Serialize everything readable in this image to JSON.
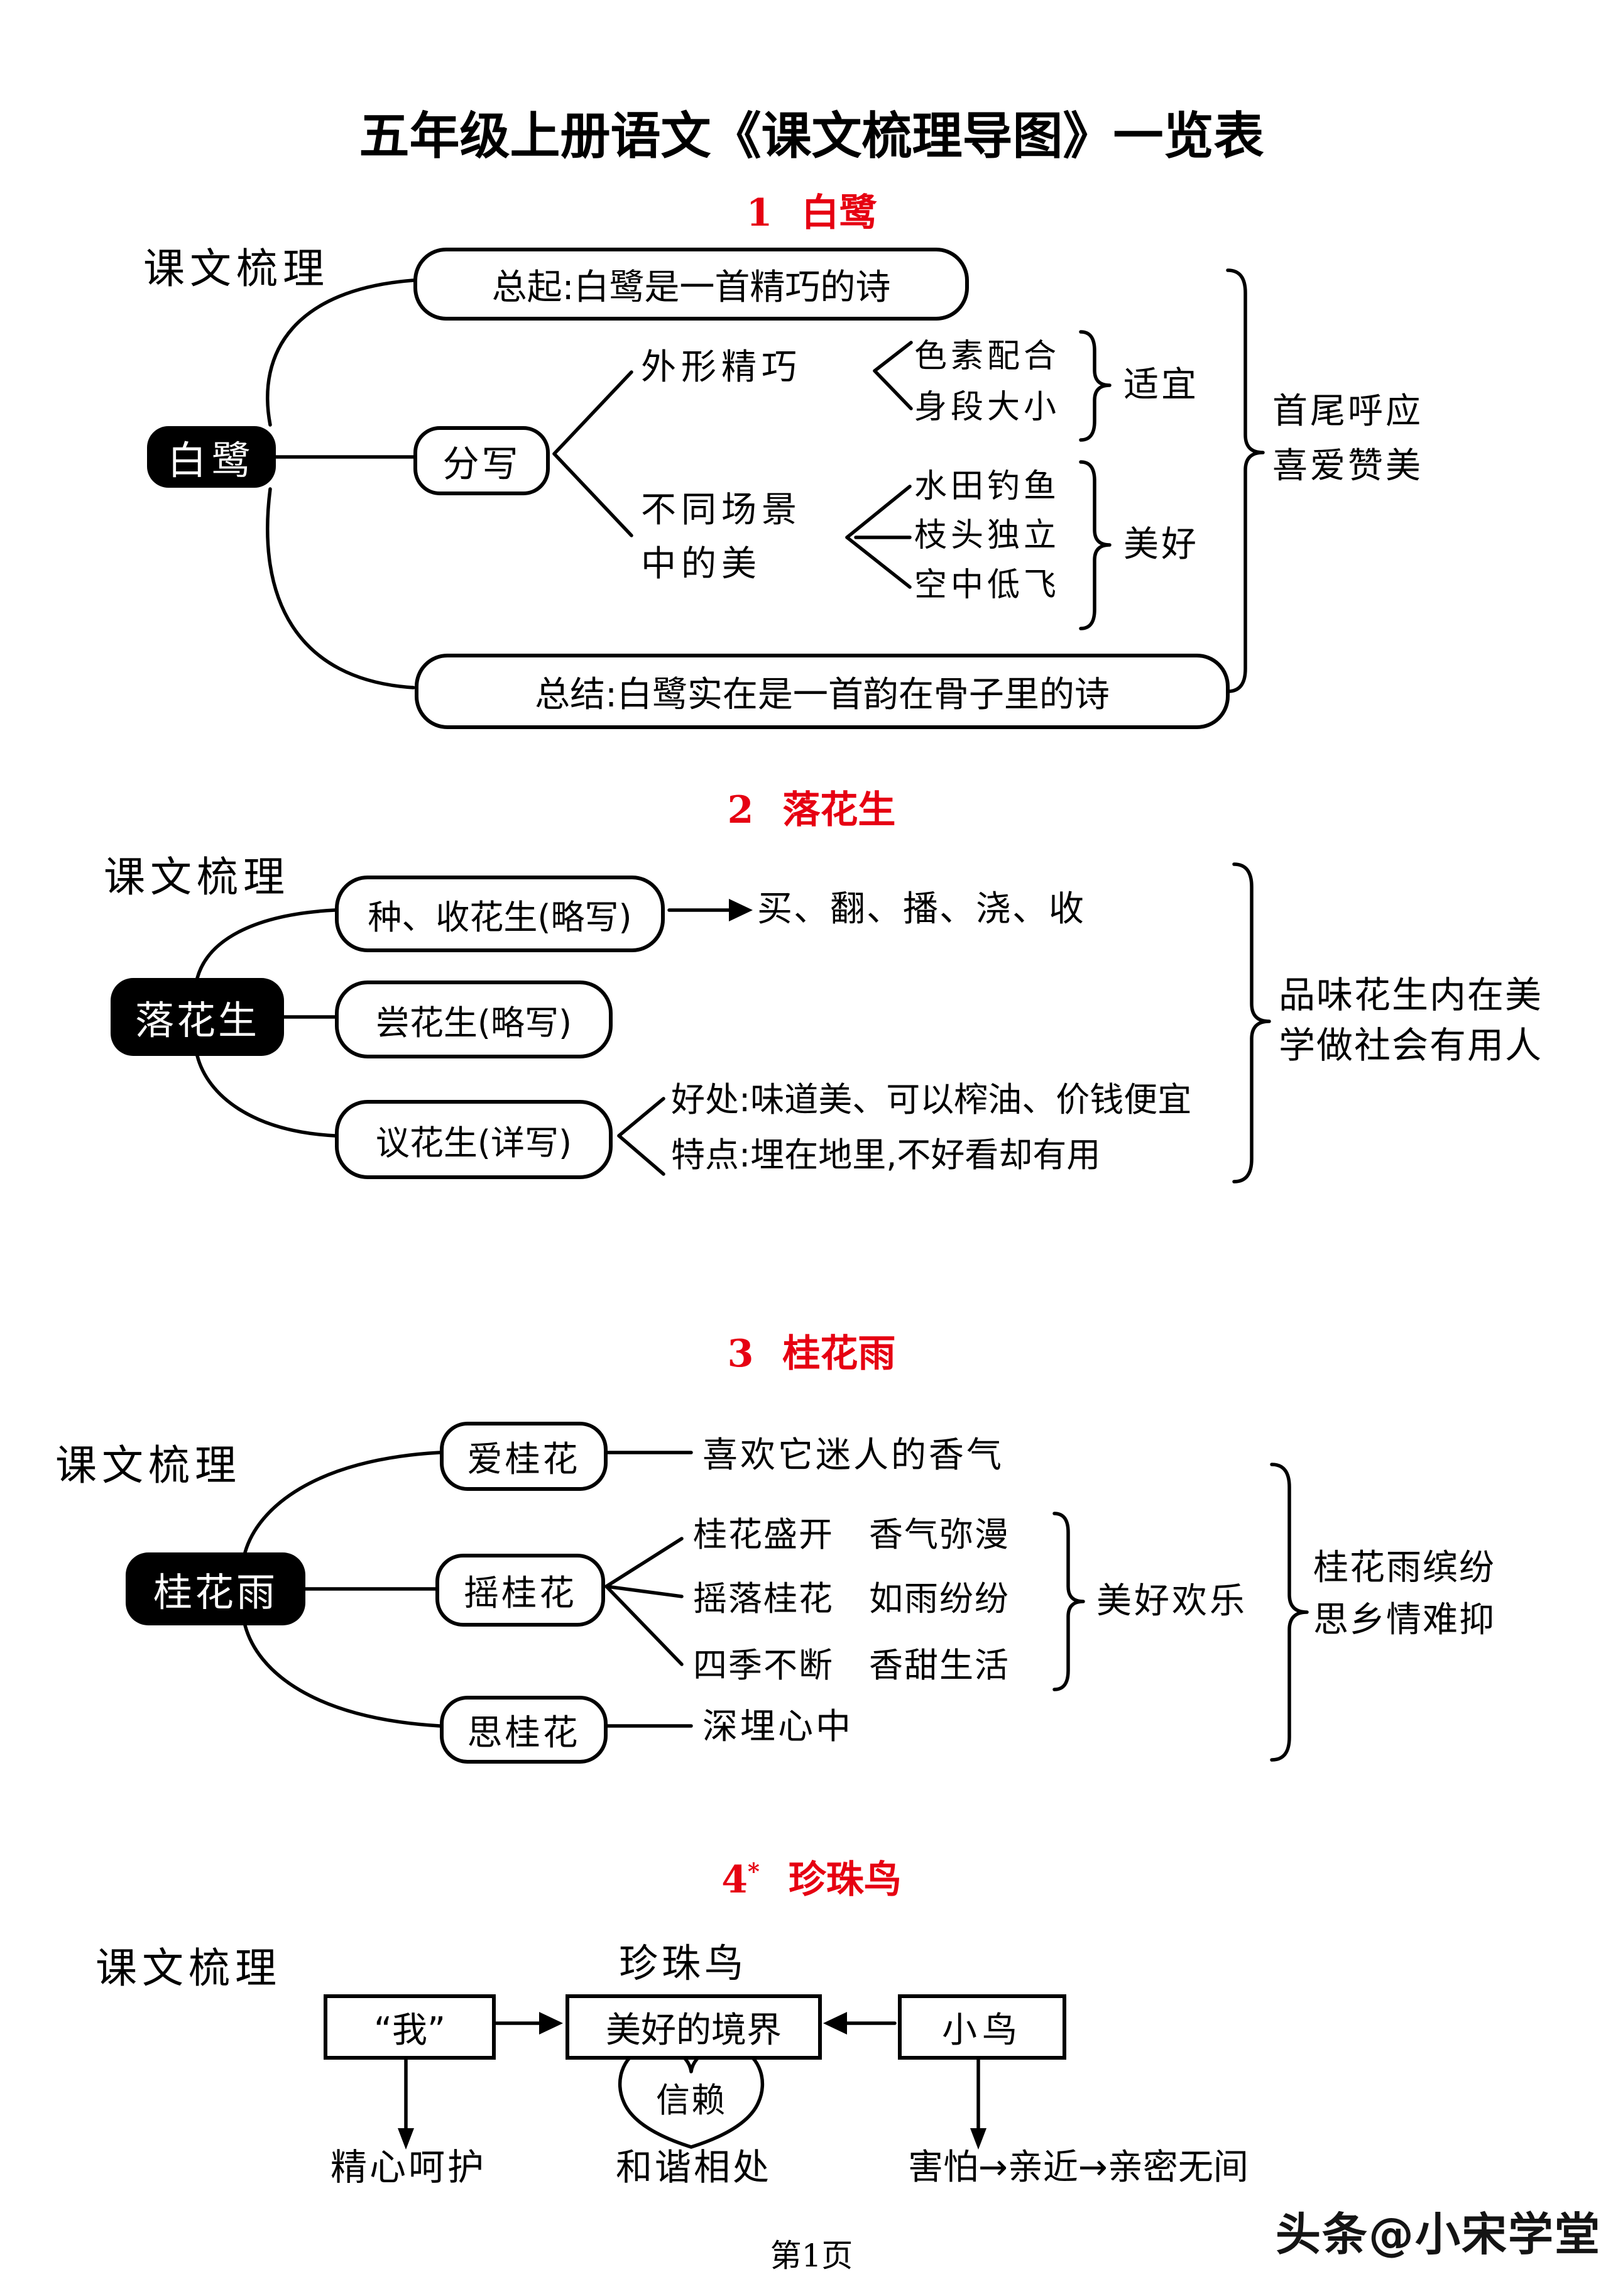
{
  "page": {
    "title": "五年级上册语文《课文梳理导图》一览表",
    "footer": "第1页",
    "watermark": "头条@小宋学堂",
    "accent_red": "#e60012"
  },
  "sections": [
    {
      "num": "1",
      "star": "",
      "title": "白鹭",
      "map_label": "课文梳理",
      "root": "白鹭",
      "total_box": "总起:白鹭是一首精巧的诗",
      "fen_box": "分写",
      "branch1": "外形精巧",
      "branch1_items": [
        "色素配合",
        "身段大小"
      ],
      "branch1_result": "适宜",
      "branch2_line1": "不同场景",
      "branch2_line2": "中的美",
      "branch2_items": [
        "水田钓鱼",
        "枝头独立",
        "空中低飞"
      ],
      "branch2_result": "美好",
      "summary_box": "总结:白鹭实在是一首韵在骨子里的诗",
      "summary": [
        "首尾呼应",
        "喜爱赞美"
      ]
    },
    {
      "num": "2",
      "star": "",
      "title": "落花生",
      "map_label": "课文梳理",
      "root": "落花生",
      "branch1": "种、收花生(略写)",
      "branch1_detail": "买、翻、播、浇、收",
      "branch2": "尝花生(略写)",
      "branch3": "议花生(详写)",
      "branch3_items": [
        "好处:味道美、可以榨油、价钱便宜",
        "特点:埋在地里,不好看却有用"
      ],
      "summary": [
        "品味花生内在美",
        "学做社会有用人"
      ]
    },
    {
      "num": "3",
      "star": "",
      "title": "桂花雨",
      "map_label": "课文梳理",
      "root": "桂花雨",
      "branch1": "爱桂花",
      "branch1_detail": "喜欢它迷人的香气",
      "branch2": "摇桂花",
      "branch2_items": [
        "桂花盛开　香气弥漫",
        "摇落桂花　如雨纷纷",
        "四季不断　香甜生活"
      ],
      "branch2_result": "美好欢乐",
      "branch3": "思桂花",
      "branch3_detail": "深埋心中",
      "summary": [
        "桂花雨缤纷",
        "思乡情难抑"
      ]
    },
    {
      "num": "4",
      "star": "*",
      "title": "珍珠鸟",
      "map_label": "课文梳理",
      "diagram_title": "珍珠鸟",
      "box_me": "“我”",
      "box_realm": "美好的境界",
      "box_bird": "小鸟",
      "heart_label": "信赖",
      "me_detail": "精心呵护",
      "realm_detail": "和谐相处",
      "bird_detail": "害怕→亲近→亲密无间"
    }
  ]
}
